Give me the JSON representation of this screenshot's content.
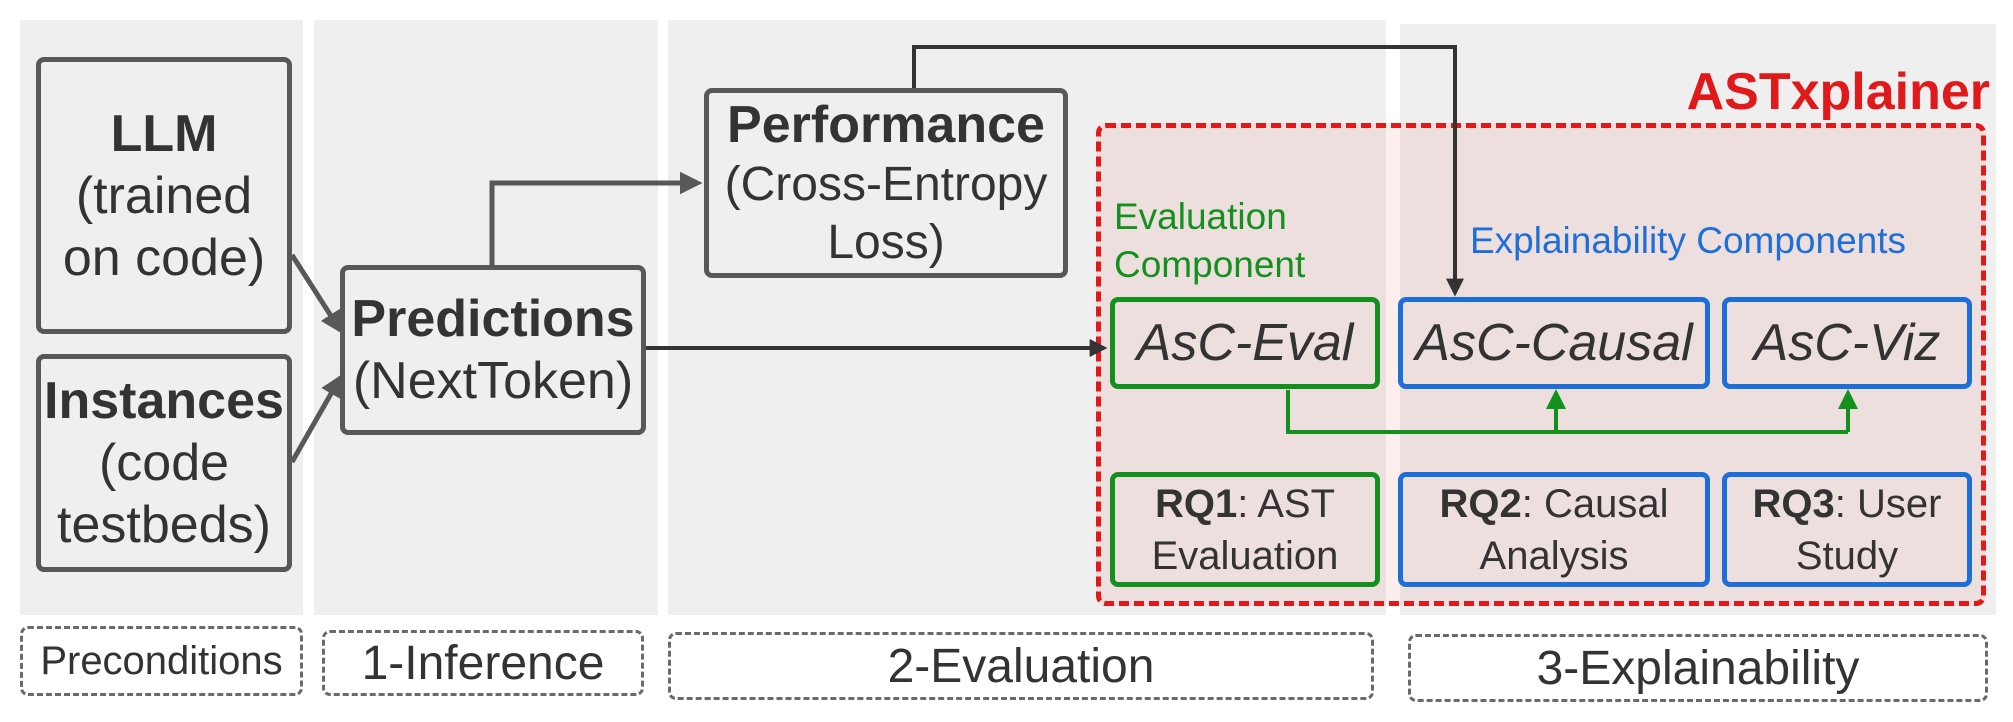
{
  "title": "ASTxplainer",
  "precondition_boxes": [
    {
      "title": "LLM",
      "lines": [
        "(trained",
        "on code)"
      ]
    },
    {
      "title": "Instances",
      "lines": [
        "(code",
        "testbeds)"
      ]
    }
  ],
  "predictions": {
    "title": "Predictions",
    "line": "(NextToken)"
  },
  "performance": {
    "title": "Performance",
    "lines": [
      "(Cross-Entropy",
      "Loss)"
    ]
  },
  "evaluation_label": [
    "Evaluation",
    "Component"
  ],
  "explainability_label": "Explainability Components",
  "components": {
    "eval": "AsC-Eval",
    "causal": "AsC-Causal",
    "viz": "AsC-Viz"
  },
  "research_questions": [
    {
      "id": "RQ1",
      "rest": ": AST",
      "line2": "Evaluation"
    },
    {
      "id": "RQ2",
      "rest": ": Causal",
      "line2": "Analysis"
    },
    {
      "id": "RQ3",
      "rest": ": User",
      "line2": "Study"
    }
  ],
  "stages": [
    "Preconditions",
    "1-Inference",
    "2-Evaluation",
    "3-Explainability"
  ],
  "colors": {
    "accent_red": "#e0191b",
    "green": "#14901f",
    "blue": "#1e6ed8",
    "gray_border": "#585858",
    "column_bg": "#efefef"
  }
}
